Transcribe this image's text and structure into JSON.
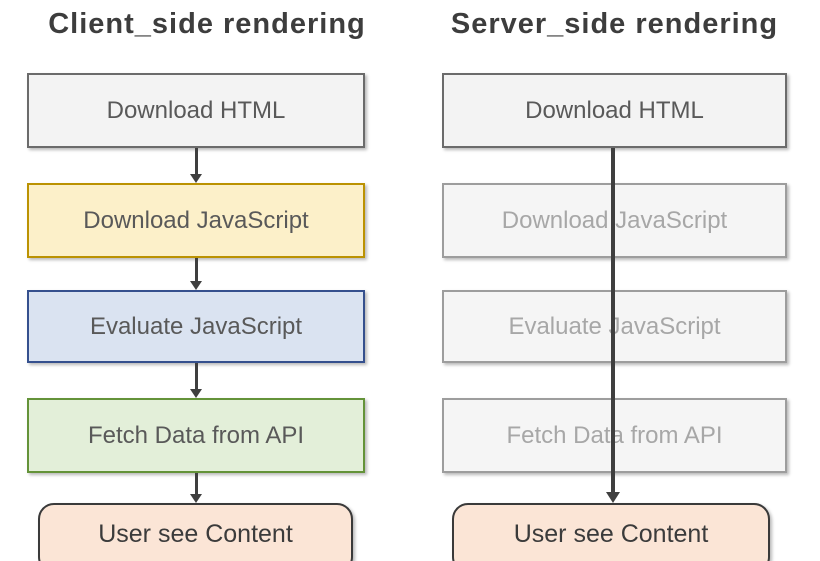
{
  "columns": [
    {
      "id": "client",
      "title": "Client_side rendering",
      "steps": [
        {
          "label": "Download HTML",
          "state": "active-neutral"
        },
        {
          "label": "Download JavaScript",
          "state": "active-yellow"
        },
        {
          "label": "Evaluate JavaScript",
          "state": "active-blue"
        },
        {
          "label": "Fetch Data from API",
          "state": "active-green"
        },
        {
          "label": "User see Content",
          "state": "result"
        }
      ]
    },
    {
      "id": "server",
      "title": "Server_side rendering",
      "steps": [
        {
          "label": "Download HTML",
          "state": "active-neutral"
        },
        {
          "label": "Download JavaScript",
          "state": "skipped"
        },
        {
          "label": "Evaluate JavaScript",
          "state": "skipped"
        },
        {
          "label": "Fetch Data from API",
          "state": "skipped"
        },
        {
          "label": "User see Content",
          "state": "result"
        }
      ]
    }
  ],
  "colors": {
    "title_text": "#3d3d3d",
    "box_text": "#595959",
    "disabled_text": "#a7a7a7",
    "result_text": "#3b3b3b",
    "arrow": "#3f3f3f",
    "neutral_fill": "#f3f3f3",
    "neutral_border": "#6b6b6b",
    "disabled_fill": "#f5f5f5",
    "disabled_border": "#9d9d9d",
    "yellow_fill": "#fcf0c9",
    "yellow_border": "#bb9202",
    "blue_fill": "#dae3f1",
    "blue_border": "#35508e",
    "green_fill": "#e3efd9",
    "green_border": "#649339",
    "result_fill": "#fbe5d6",
    "result_border": "#3a3a3a"
  }
}
